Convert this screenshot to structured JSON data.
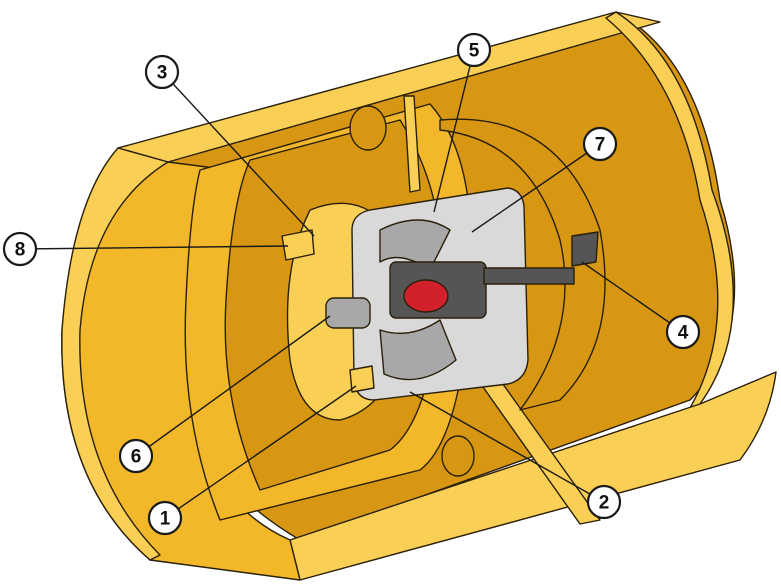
{
  "colors": {
    "shell": "#f2b82a",
    "shell_light": "#f9cf55",
    "shell_dark": "#d89712",
    "shell_shadow": "#b97d0a",
    "outline": "#2a2008",
    "grey_light": "#d9d9d9",
    "grey_mid": "#a8a8a8",
    "grey_dark": "#555555",
    "rotor_red": "#d2202a"
  },
  "callouts": [
    {
      "label": "1"
    },
    {
      "label": "2"
    },
    {
      "label": "3"
    },
    {
      "label": "4"
    },
    {
      "label": "5"
    },
    {
      "label": "6"
    },
    {
      "label": "7"
    },
    {
      "label": "8"
    }
  ]
}
